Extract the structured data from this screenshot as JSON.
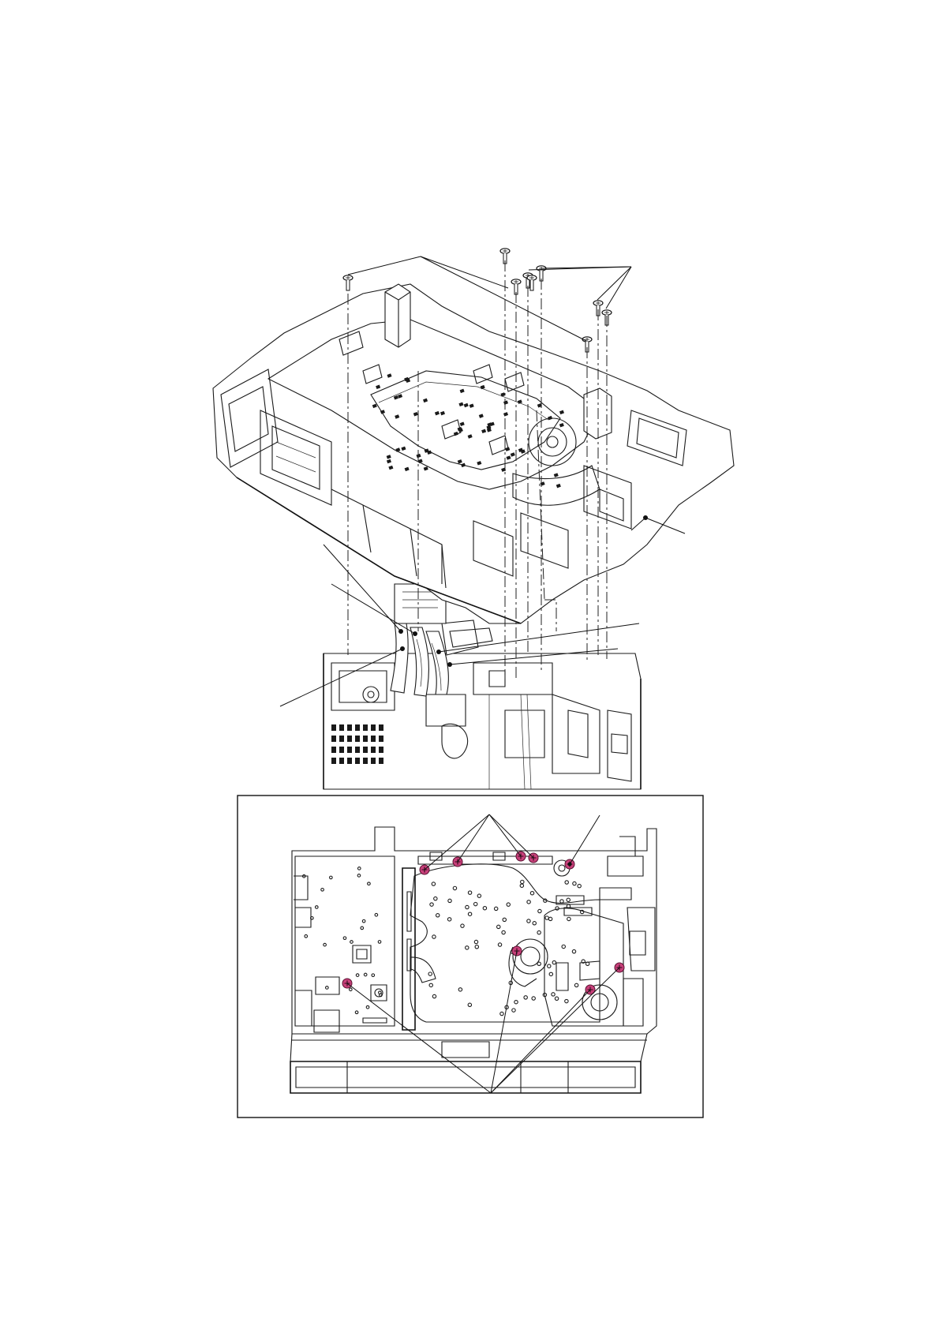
{
  "figure": {
    "main_view": "exploded-assembly",
    "detail_view": "top-view",
    "accent_color": "#c8407a",
    "highlighted_screw_count": 9,
    "screw_count_main_view": 9
  }
}
